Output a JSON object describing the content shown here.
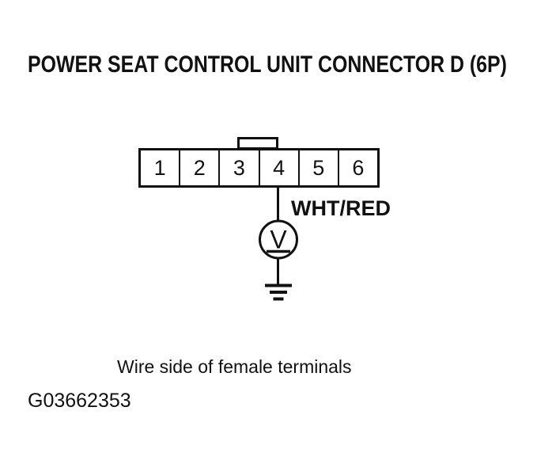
{
  "figure": {
    "title": "POWER SEAT CONTROL UNIT CONNECTOR D (6P)",
    "caption": "Wire side of female terminals",
    "figure_id": "G03662353"
  },
  "connector": {
    "pin_count": "6",
    "pins": [
      "1",
      "2",
      "3",
      "4",
      "5",
      "6"
    ],
    "wire": {
      "label": "WHT/RED",
      "from_pin": "4"
    }
  },
  "meter": {
    "type": "voltmeter",
    "symbol": "V"
  },
  "icons": {
    "meter": "voltmeter-icon",
    "ground": "ground-icon"
  },
  "colors": {
    "ink": "#111111",
    "background": "#ffffff"
  }
}
